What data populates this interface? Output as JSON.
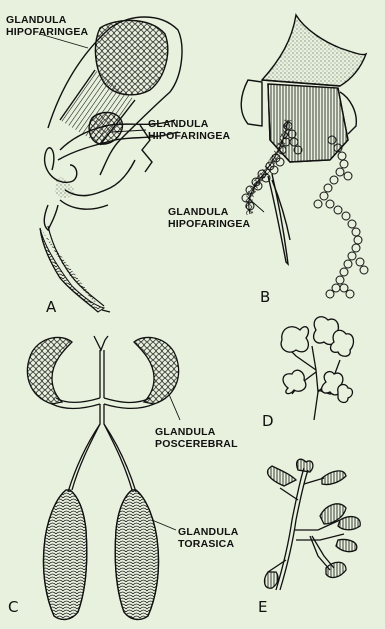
{
  "labels": {
    "a_top_line1": "GLANDULA",
    "a_top_line2": "HIPOFARINGEA",
    "a_mid_line1": "GLANDULA",
    "a_mid_line2": "HIPOFARINGEA",
    "b_line1": "GLANDULA",
    "b_line2": "HIPOFARINGEA",
    "c_top_line1": "GLANDULA",
    "c_top_line2": "POSCEREBRAL",
    "c_bot_line1": "GLANDULA",
    "c_bot_line2": "TORASICA"
  },
  "panels": {
    "a": "A",
    "b": "B",
    "c": "C",
    "d": "D",
    "e": "E"
  },
  "colors": {
    "background": "#e7f1dd",
    "ink": "#111111"
  }
}
